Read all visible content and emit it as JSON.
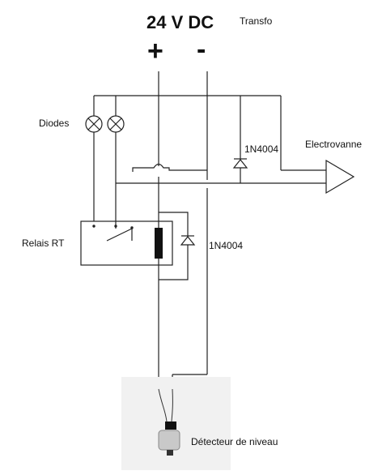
{
  "supply": {
    "voltage": "24 V DC",
    "source": "Transfo",
    "plus": "+",
    "minus": "-"
  },
  "components": {
    "diodes_label": "Diodes",
    "diode_top": "1N4004",
    "diode_relay": "1N4004",
    "valve": "Electrovanne",
    "relay": "Relais  RT",
    "sensor": "Détecteur de niveau"
  },
  "colors": {
    "wire": "#222222",
    "coil": "#111111",
    "sensor": "#c9c9c9"
  }
}
